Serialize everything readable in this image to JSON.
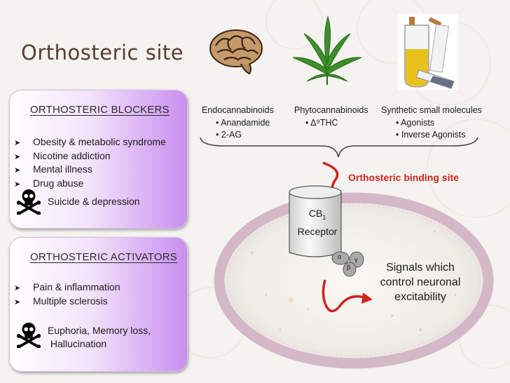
{
  "title": "Orthosteric site",
  "blockers": {
    "heading": "ORTHOSTERIC BLOCKERS",
    "items": [
      "Obesity &  metabolic syndrome",
      "Nicotine addiction",
      "Mental illness",
      "Drug abuse"
    ],
    "consequence": "Suicide & depression",
    "icon": "skull-crossbones-icon"
  },
  "activators": {
    "heading": "ORTHOSTERIC ACTIVATORS",
    "items": [
      "Pain & inflammation",
      "Multiple sclerosis"
    ],
    "consequence_line1": "Euphoria, Memory loss,",
    "consequence_line2": " Hallucination",
    "icon": "skull-crossbones-icon"
  },
  "ligands": {
    "endo": {
      "title": "Endocannabinoids",
      "items": [
        "• Anandamide",
        "• 2-AG"
      ]
    },
    "phyto": {
      "title": "Phytocannabinoids",
      "items": [
        "• Δ⁹THC"
      ]
    },
    "synthetic": {
      "title": "Synthetic small molecules",
      "items": [
        "• Agonists",
        "• Inverse Agonists"
      ]
    }
  },
  "binding_site_label": "Orthosteric binding site",
  "receptor": {
    "line1": "CB",
    "subscript": "1",
    "line2": "Receptor"
  },
  "g_protein": {
    "alpha": "α",
    "beta": "β",
    "gamma": "γ"
  },
  "signals": {
    "line1": "Signals which",
    "line2": "control neuronal",
    "line3": "excitability"
  },
  "colors": {
    "accent": "#d2231f",
    "box_purple": "#c98ef0",
    "title": "#5a3b36"
  },
  "images": [
    "brain-icon",
    "cannabis-leaf-icon",
    "test-tube-icon"
  ]
}
